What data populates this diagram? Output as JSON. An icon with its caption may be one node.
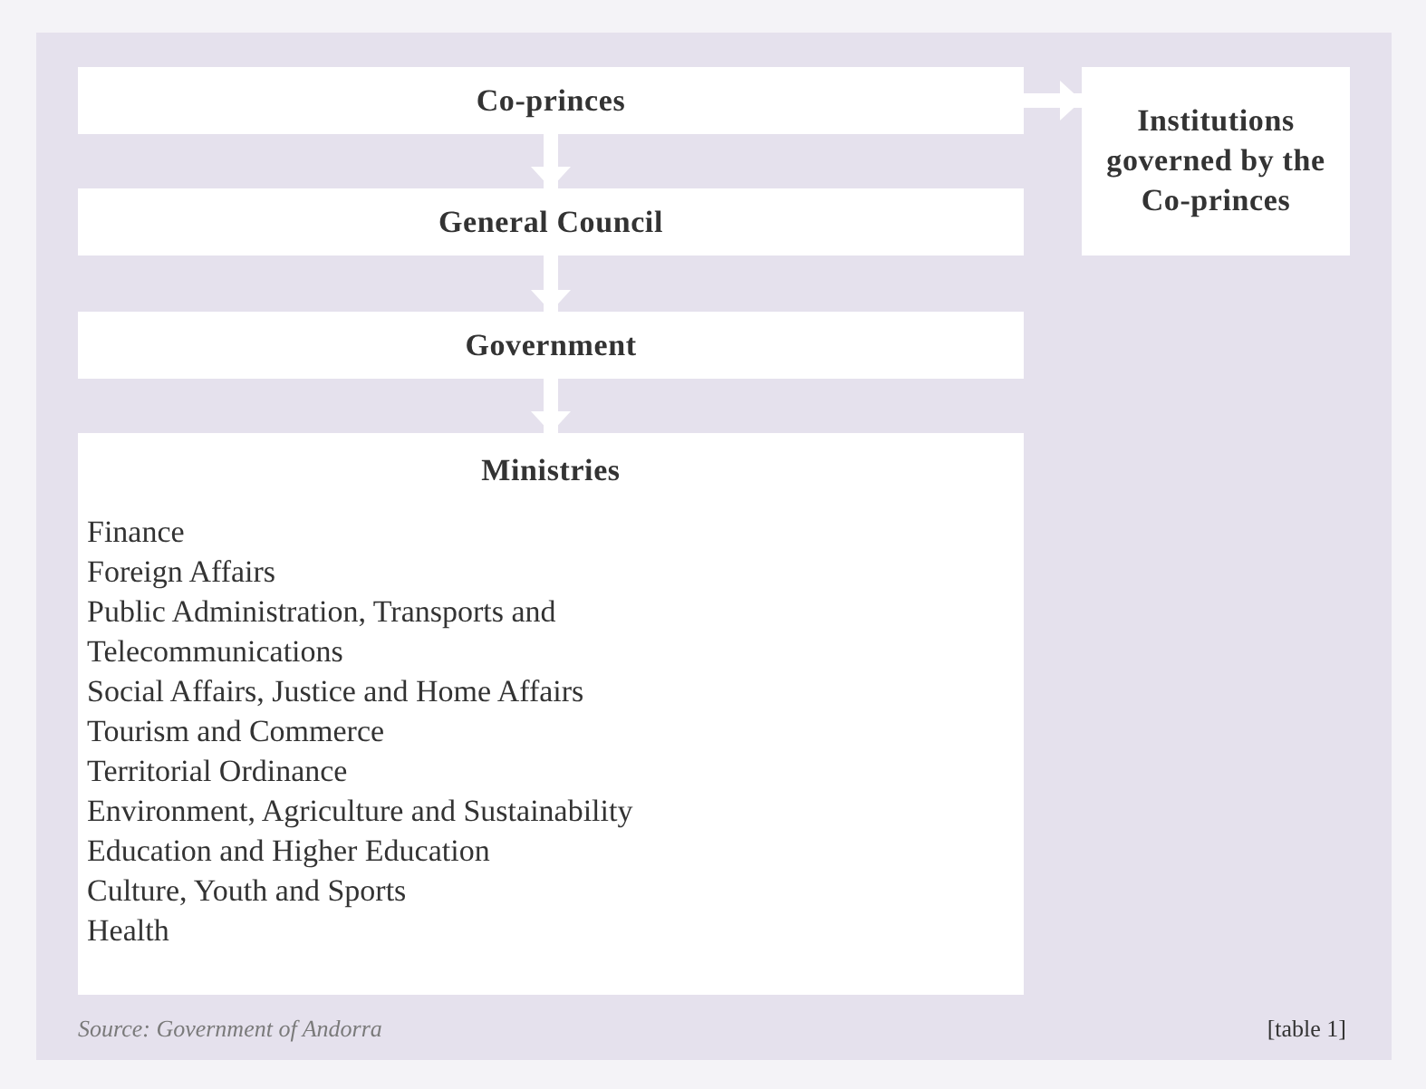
{
  "diagram": {
    "nodes": [
      {
        "text": [
          "Co-princes"
        ]
      },
      {
        "text": [
          "General Council"
        ]
      },
      {
        "text": [
          "Government"
        ]
      },
      {
        "text": [
          "Ministries",
          "Finance",
          "Foreign Affairs",
          "Public Administration, Transports and Telecommunications",
          "Social Affairs, Justice and Home Affairs",
          "Tourism and Commerce",
          "Territorial Ordinance",
          "Environment, Agriculture and Sustainability",
          "Education and Higher Education",
          "Culture, Youth and Sports",
          "Health"
        ]
      },
      {
        "text": [
          "Institutions governed by the Co-princes"
        ]
      }
    ],
    "edges": [
      {
        "from": 0,
        "to": 1,
        "arrow": "to"
      },
      {
        "from": 1,
        "to": 2,
        "arrow": "to"
      },
      {
        "from": 2,
        "to": 3,
        "arrow": "to"
      },
      {
        "from": 0,
        "to": 4,
        "arrow": "to"
      }
    ],
    "labels": [
      "Source: Government of Andorra",
      "[table 1]"
    ]
  }
}
